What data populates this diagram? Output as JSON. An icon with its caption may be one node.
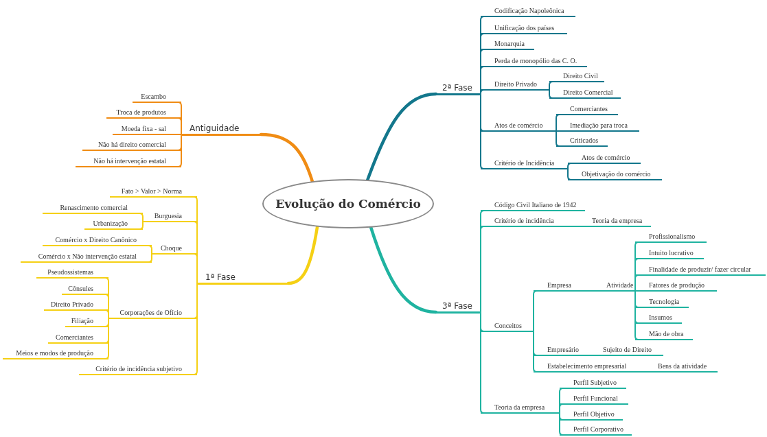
{
  "diagram": {
    "nodes": [
      {
        "text": [
          "Evolução do Comércio"
        ]
      },
      {
        "text": [
          "2ª Fase"
        ]
      },
      {
        "text": [
          "Codificação Napoleônica"
        ]
      },
      {
        "text": [
          "Unificação dos países"
        ]
      },
      {
        "text": [
          "Monarquia"
        ]
      },
      {
        "text": [
          "Perda de monopólio das C. O."
        ]
      },
      {
        "text": [
          "Direito Privado"
        ]
      },
      {
        "text": [
          "Direito Civil"
        ]
      },
      {
        "text": [
          "Direito Comercial"
        ]
      },
      {
        "text": [
          "Atos de comércio"
        ]
      },
      {
        "text": [
          "Comerciantes"
        ]
      },
      {
        "text": [
          "Imediação para troca"
        ]
      },
      {
        "text": [
          "Criticados"
        ]
      },
      {
        "text": [
          "Critério de Incidência"
        ]
      },
      {
        "text": [
          "Atos de comércio"
        ]
      },
      {
        "text": [
          "Objetivação do comércio"
        ]
      },
      {
        "text": [
          "Antiguidade"
        ]
      },
      {
        "text": [
          "Escambo"
        ]
      },
      {
        "text": [
          "Troca de produtos"
        ]
      },
      {
        "text": [
          "Moeda fixa - sal"
        ]
      },
      {
        "text": [
          "Não há direito comercial"
        ]
      },
      {
        "text": [
          "Não há intervenção estatal"
        ]
      },
      {
        "text": [
          "1ª Fase"
        ]
      },
      {
        "text": [
          "Fato > Valor > Norma"
        ]
      },
      {
        "text": [
          "Burguesia"
        ]
      },
      {
        "text": [
          "Renascimento comercial"
        ]
      },
      {
        "text": [
          "Urbanização"
        ]
      },
      {
        "text": [
          "Choque"
        ]
      },
      {
        "text": [
          "Comércio x Direito Canônico"
        ]
      },
      {
        "text": [
          "Comércio x Não intervenção estatal"
        ]
      },
      {
        "text": [
          "Corporações de Ofício"
        ]
      },
      {
        "text": [
          "Pseudossistemas"
        ]
      },
      {
        "text": [
          "Cônsules"
        ]
      },
      {
        "text": [
          "Direito Privado"
        ]
      },
      {
        "text": [
          "Filiação"
        ]
      },
      {
        "text": [
          "Comerciantes"
        ]
      },
      {
        "text": [
          "Meios e modos de produção"
        ]
      },
      {
        "text": [
          "Critério de incidência subjetivo"
        ]
      },
      {
        "text": [
          "3ª Fase"
        ]
      },
      {
        "text": [
          "Código Civil Italiano de 1942"
        ]
      },
      {
        "text": [
          "Critério de incidência"
        ]
      },
      {
        "text": [
          "Teoria da empresa"
        ]
      },
      {
        "text": [
          "Conceitos"
        ]
      },
      {
        "text": [
          "Empresa"
        ]
      },
      {
        "text": [
          "Atividade"
        ]
      },
      {
        "text": [
          "Profissionalismo"
        ]
      },
      {
        "text": [
          "Intuito lucrativo"
        ]
      },
      {
        "text": [
          "Finalidade de produzir/ fazer circular"
        ]
      },
      {
        "text": [
          "Fatores de produção"
        ]
      },
      {
        "text": [
          "Tecnologia"
        ]
      },
      {
        "text": [
          "Insumos"
        ]
      },
      {
        "text": [
          "Mão de obra"
        ]
      },
      {
        "text": [
          "Empresário"
        ]
      },
      {
        "text": [
          "Sujeito de Direito"
        ]
      },
      {
        "text": [
          "Estabelecimento empresarial"
        ]
      },
      {
        "text": [
          "Bens da atividade"
        ]
      },
      {
        "text": [
          "Teoria da empresa"
        ]
      },
      {
        "text": [
          "Perfil Subjetivo"
        ]
      },
      {
        "text": [
          "Perfil Funcional"
        ]
      },
      {
        "text": [
          "Perfil Objetivo"
        ]
      },
      {
        "text": [
          "Perfil Corporativo"
        ]
      }
    ],
    "edges": [
      {
        "from": 0,
        "to": 1,
        "arrow": "none",
        "style": "thick",
        "color": "#13778c"
      },
      {
        "from": 1,
        "to": 2,
        "arrow": "none",
        "color": "#13778c"
      },
      {
        "from": 1,
        "to": 3,
        "arrow": "none",
        "color": "#13778c"
      },
      {
        "from": 1,
        "to": 4,
        "arrow": "none",
        "color": "#13778c"
      },
      {
        "from": 1,
        "to": 5,
        "arrow": "none",
        "color": "#13778c"
      },
      {
        "from": 1,
        "to": 6,
        "arrow": "none",
        "color": "#13778c"
      },
      {
        "from": 6,
        "to": 7,
        "arrow": "none",
        "color": "#13778c"
      },
      {
        "from": 6,
        "to": 8,
        "arrow": "none",
        "color": "#13778c"
      },
      {
        "from": 1,
        "to": 9,
        "arrow": "none",
        "color": "#13778c"
      },
      {
        "from": 9,
        "to": 10,
        "arrow": "none",
        "color": "#13778c"
      },
      {
        "from": 9,
        "to": 11,
        "arrow": "none",
        "color": "#13778c"
      },
      {
        "from": 9,
        "to": 12,
        "arrow": "none",
        "color": "#13778c"
      },
      {
        "from": 1,
        "to": 13,
        "arrow": "none",
        "color": "#13778c"
      },
      {
        "from": 13,
        "to": 14,
        "arrow": "none",
        "color": "#13778c"
      },
      {
        "from": 13,
        "to": 15,
        "arrow": "none",
        "color": "#13778c"
      },
      {
        "from": 0,
        "to": 16,
        "arrow": "none",
        "style": "thick",
        "color": "#f08c14"
      },
      {
        "from": 16,
        "to": 17,
        "arrow": "none",
        "color": "#f08c14"
      },
      {
        "from": 16,
        "to": 18,
        "arrow": "none",
        "color": "#f08c14"
      },
      {
        "from": 16,
        "to": 19,
        "arrow": "none",
        "color": "#f08c14"
      },
      {
        "from": 16,
        "to": 20,
        "arrow": "none",
        "color": "#f08c14"
      },
      {
        "from": 16,
        "to": 21,
        "arrow": "none",
        "color": "#f08c14"
      },
      {
        "from": 0,
        "to": 22,
        "arrow": "none",
        "style": "thick",
        "color": "#f5d014"
      },
      {
        "from": 22,
        "to": 23,
        "arrow": "none",
        "color": "#f5d014"
      },
      {
        "from": 22,
        "to": 24,
        "arrow": "none",
        "color": "#f5d014"
      },
      {
        "from": 24,
        "to": 25,
        "arrow": "none",
        "color": "#f5d014"
      },
      {
        "from": 24,
        "to": 26,
        "arrow": "none",
        "color": "#f5d014"
      },
      {
        "from": 22,
        "to": 27,
        "arrow": "none",
        "color": "#f5d014"
      },
      {
        "from": 27,
        "to": 28,
        "arrow": "none",
        "color": "#f5d014"
      },
      {
        "from": 27,
        "to": 29,
        "arrow": "none",
        "color": "#f5d014"
      },
      {
        "from": 22,
        "to": 30,
        "arrow": "none",
        "color": "#f5d014"
      },
      {
        "from": 30,
        "to": 31,
        "arrow": "none",
        "color": "#f5d014"
      },
      {
        "from": 30,
        "to": 32,
        "arrow": "none",
        "color": "#f5d014"
      },
      {
        "from": 30,
        "to": 33,
        "arrow": "none",
        "color": "#f5d014"
      },
      {
        "from": 30,
        "to": 34,
        "arrow": "none",
        "color": "#f5d014"
      },
      {
        "from": 30,
        "to": 35,
        "arrow": "none",
        "color": "#f5d014"
      },
      {
        "from": 30,
        "to": 36,
        "arrow": "none",
        "color": "#f5d014"
      },
      {
        "from": 22,
        "to": 37,
        "arrow": "none",
        "color": "#f5d014"
      },
      {
        "from": 0,
        "to": 38,
        "arrow": "none",
        "style": "thick"
      },
      {
        "from": 38,
        "to": 39,
        "arrow": "none"
      },
      {
        "from": 38,
        "to": 40,
        "arrow": "none"
      },
      {
        "from": 40,
        "to": 41,
        "arrow": "none"
      },
      {
        "from": 38,
        "to": 42,
        "arrow": "none"
      },
      {
        "from": 42,
        "to": 43,
        "arrow": "none"
      },
      {
        "from": 43,
        "to": 44,
        "arrow": "none"
      },
      {
        "from": 44,
        "to": 45,
        "arrow": "none"
      },
      {
        "from": 44,
        "to": 46,
        "arrow": "none"
      },
      {
        "from": 44,
        "to": 47,
        "arrow": "none"
      },
      {
        "from": 44,
        "to": 48,
        "arrow": "none"
      },
      {
        "from": 44,
        "to": 49,
        "arrow": "none"
      },
      {
        "from": 44,
        "to": 50,
        "arrow": "none"
      },
      {
        "from": 44,
        "to": 51,
        "arrow": "none"
      },
      {
        "from": 42,
        "to": 52,
        "arrow": "none"
      },
      {
        "from": 52,
        "to": 53,
        "arrow": "none"
      },
      {
        "from": 42,
        "to": 54,
        "arrow": "none"
      },
      {
        "from": 54,
        "to": 55,
        "arrow": "none"
      },
      {
        "from": 38,
        "to": 56,
        "arrow": "none"
      },
      {
        "from": 56,
        "to": 57,
        "arrow": "none"
      },
      {
        "from": 56,
        "to": 58,
        "arrow": "none"
      },
      {
        "from": 56,
        "to": 59,
        "arrow": "none"
      },
      {
        "from": 56,
        "to": 60,
        "arrow": "none"
      }
    ]
  }
}
